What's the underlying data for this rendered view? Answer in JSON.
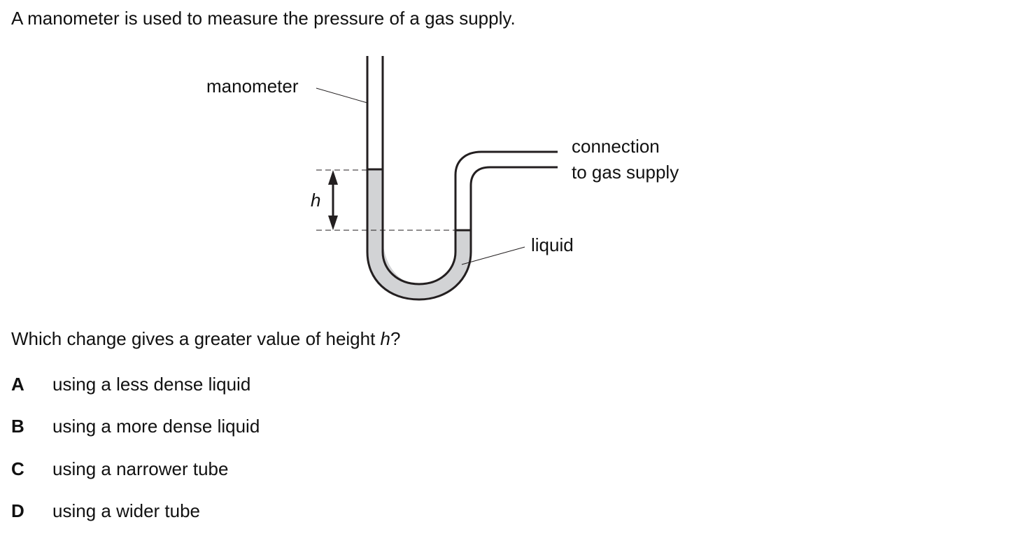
{
  "intro": "A manometer is used to measure the pressure of a gas supply.",
  "diagram": {
    "labels": {
      "manometer": "manometer",
      "connection_line1": "connection",
      "connection_line2": "to gas supply",
      "liquid": "liquid",
      "height": "h"
    },
    "colors": {
      "liquid_fill": "#d2d3d5",
      "stroke": "#231f20"
    }
  },
  "question": {
    "text_before": "Which change gives a greater value of height ",
    "variable": "h",
    "text_after": "?"
  },
  "options": [
    {
      "letter": "A",
      "text": "using a less dense liquid"
    },
    {
      "letter": "B",
      "text": "using a more dense liquid"
    },
    {
      "letter": "C",
      "text": "using a narrower tube"
    },
    {
      "letter": "D",
      "text": "using a wider tube"
    }
  ]
}
